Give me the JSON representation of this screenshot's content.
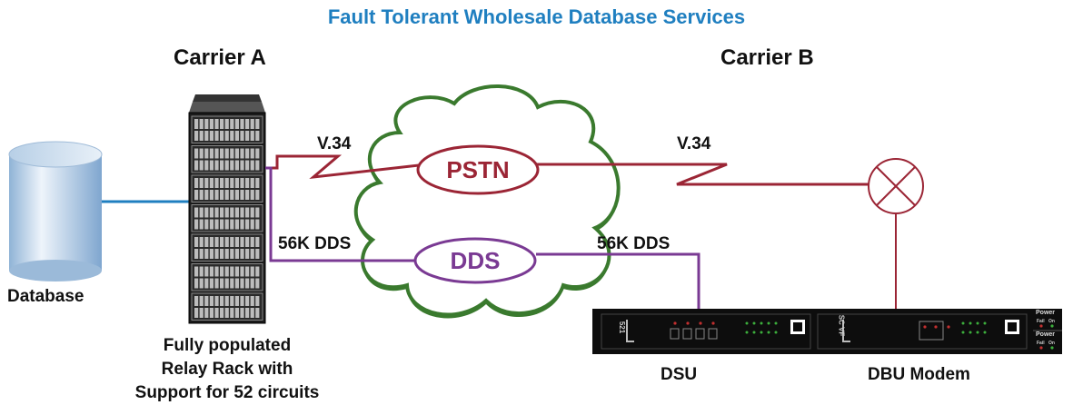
{
  "title": "Fault Tolerant Wholesale Database Services",
  "carrier_a": "Carrier A",
  "carrier_b": "Carrier B",
  "links": {
    "v34_left": "V.34",
    "v34_right": "V.34",
    "dds_left": "56K DDS",
    "dds_right": "56K DDS"
  },
  "clouds": {
    "pstn": "PSTN",
    "dds": "DDS"
  },
  "labels": {
    "database": "Database",
    "rack_line1": "Fully populated",
    "rack_line2": "Relay Rack with",
    "rack_line3": "Support for 52 circuits",
    "dsu": "DSU",
    "dbu_modem": "DBU Modem"
  },
  "device_text": {
    "dsu_id": "521",
    "modem_id": "SC VF",
    "power": "Power",
    "fail": "Fail",
    "on": "On"
  },
  "colors": {
    "title": "#1f7fc0",
    "pstn_line": "#9b2535",
    "dds_line": "#7a3a93",
    "database_link": "#1f7fc0",
    "cloud_fill": "#ffffff",
    "cloud_outline": "#3a7a2e"
  }
}
